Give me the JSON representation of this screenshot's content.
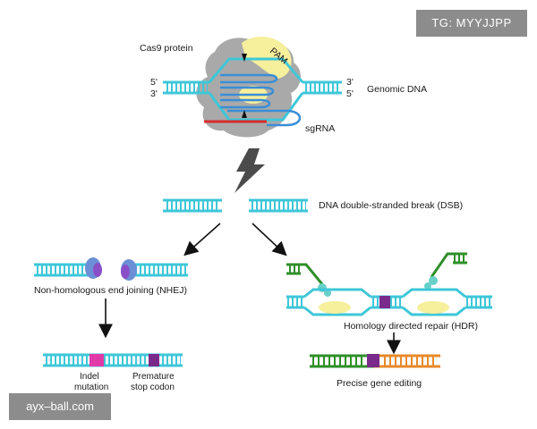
{
  "labels": {
    "cas9_protein": "Cas9 protein",
    "pam": "PAM",
    "five_prime_left": "5'",
    "three_prime_left": "3'",
    "three_prime_right": "3'",
    "five_prime_right": "5'",
    "genomic_dna": "Genomic DNA",
    "sgrna": "sgRNA",
    "dsb": "DNA double-stranded break (DSB)",
    "nhej": "Non-homologous end joining (NHEJ)",
    "hdr": "Homology  directed repair (HDR)",
    "indel_line1": "Indel",
    "indel_line2": "mutation",
    "premature_line1": "Premature",
    "premature_line2": "stop codon",
    "precise": "Precise gene editing"
  },
  "watermarks": {
    "top_right": "TG: MYYJJPP",
    "bottom_left": "ayx–ball.com"
  },
  "colors": {
    "dna": "#3ec7d8",
    "cas9": "#a9a9a9",
    "pam": "#f6ef9c",
    "sgrna": "#3a8ed6",
    "target_strand": "#d62c2c",
    "lightning": "#4b4b4b",
    "nuclease": "#6b8fd6",
    "indel": "#e03aa8",
    "stop": "#7a2a8a",
    "donor": "#2f8f2a",
    "edit_orange": "#e88a2a"
  }
}
